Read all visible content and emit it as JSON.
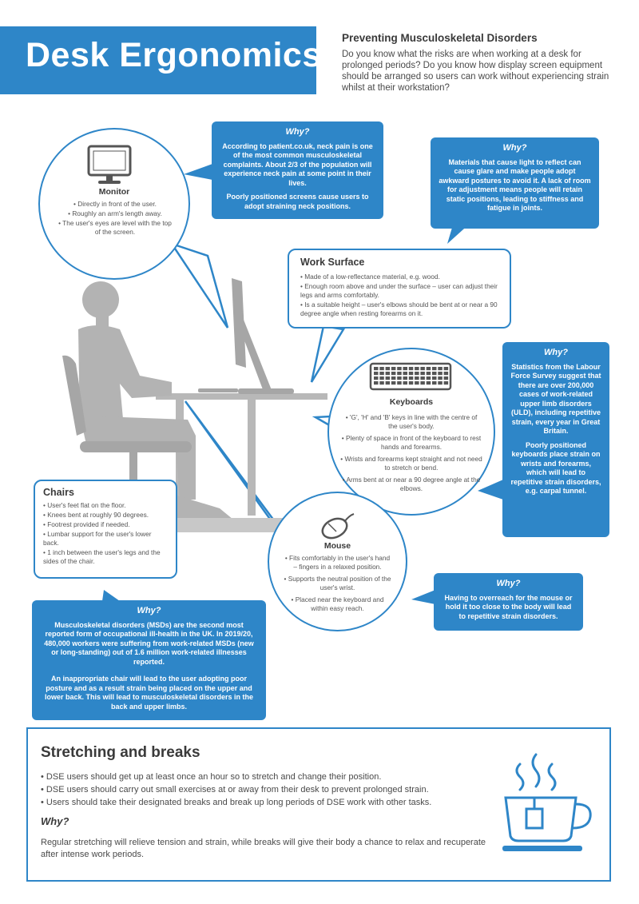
{
  "header": {
    "title": "Desk Ergonomics"
  },
  "intro": {
    "heading": "Preventing Musculoskeletal Disorders",
    "text": "Do you know what the risks are when working at a desk for prolonged periods? Do you know how display screen equipment should be arranged so users can work without experiencing strain whilst at their workstation?"
  },
  "monitor": {
    "title": "Monitor",
    "items": [
      "Directly in front of the user.",
      "Roughly an arm's length away.",
      "The user's eyes are level with the top of the screen."
    ]
  },
  "why_monitor": {
    "why": "Why?",
    "p1": "According to patient.co.uk, neck pain is one of the most common musculoskeletal complaints. About 2/3 of the population will experience neck pain at some point in their lives.",
    "p2": "Poorly positioned screens cause users to adopt straining neck positions."
  },
  "why_surface": {
    "why": "Why?",
    "p1": "Materials that cause light to reflect can cause glare and make people adopt awkward postures to avoid it. A lack of room for adjustment means people will retain static positions, leading to stiffness and fatigue in joints."
  },
  "work_surface": {
    "title": "Work Surface",
    "items": [
      "Made of a low-reflectance material, e.g. wood.",
      "Enough room above and under the surface – user can adjust their legs and arms comfortably.",
      "Is a suitable height – user's elbows should be bent at or near a 90 degree angle when resting forearms on it."
    ]
  },
  "keyboards": {
    "title": "Keyboards",
    "items": [
      "'G', 'H' and 'B' keys in line with the centre of the user's body.",
      "Plenty of space in front of the keyboard to rest hands and forearms.",
      "Wrists and forearms kept straight and not need to stretch or bend.",
      "Arms bent at or near a 90 degree angle at the elbows."
    ]
  },
  "why_keyboards": {
    "why": "Why?",
    "p1": "Statistics from the Labour Force Survey suggest that there are over 200,000 cases of work-related upper limb disorders (ULD), including repetitive strain, every year in Great Britain.",
    "p2": "Poorly positioned keyboards place strain on wrists and forearms, which will lead to repetitive strain disorders, e.g. carpal tunnel."
  },
  "chairs": {
    "title": "Chairs",
    "items": [
      "User's feet flat on the floor.",
      "Knees bent at roughly 90 degrees.",
      "Footrest provided if needed.",
      "Lumbar support for the user's lower back.",
      "1 inch between the user's legs and the sides of the chair."
    ]
  },
  "mouse": {
    "title": "Mouse",
    "items": [
      "Fits comfortably in the user's hand – fingers in a relaxed position.",
      "Supports the neutral position of the user's wrist.",
      "Placed near the keyboard and within easy reach."
    ]
  },
  "why_mouse": {
    "why": "Why?",
    "p1": "Having to overreach for the mouse or hold it too close to the body will lead to repetitive strain disorders."
  },
  "why_chairs": {
    "why": "Why?",
    "p1": "Musculoskeletal disorders (MSDs) are the second most reported form of occupational ill-health in the UK. In 2019/20, 480,000 workers were suffering from work-related MSDs (new or long-standing) out of 1.6 million work-related illnesses reported.",
    "p2": "An inappropriate chair will lead to the user adopting poor posture and as a result strain being placed on the upper and lower back. This will lead to musculoskeletal disorders in the back and upper limbs."
  },
  "stretching": {
    "title": "Stretching and breaks",
    "items": [
      "DSE users should get up at least once an hour so to stretch and change their position.",
      "DSE users should carry out small exercises at or away from their desk to prevent prolonged strain.",
      "Users should take their designated breaks and break up long periods of DSE work with other tasks."
    ],
    "why": "Why?",
    "text": "Regular stretching will relieve tension and strain, while breaks will give their body a chance to relax and recuperate after intense work periods."
  },
  "icons": [
    "monitor-icon",
    "keyboard-icon",
    "mouse-icon",
    "tea-cup-icon"
  ],
  "colors": {
    "accent": "#2e86c8",
    "figure": "#b3b3b3",
    "text": "#4a4a4a"
  }
}
